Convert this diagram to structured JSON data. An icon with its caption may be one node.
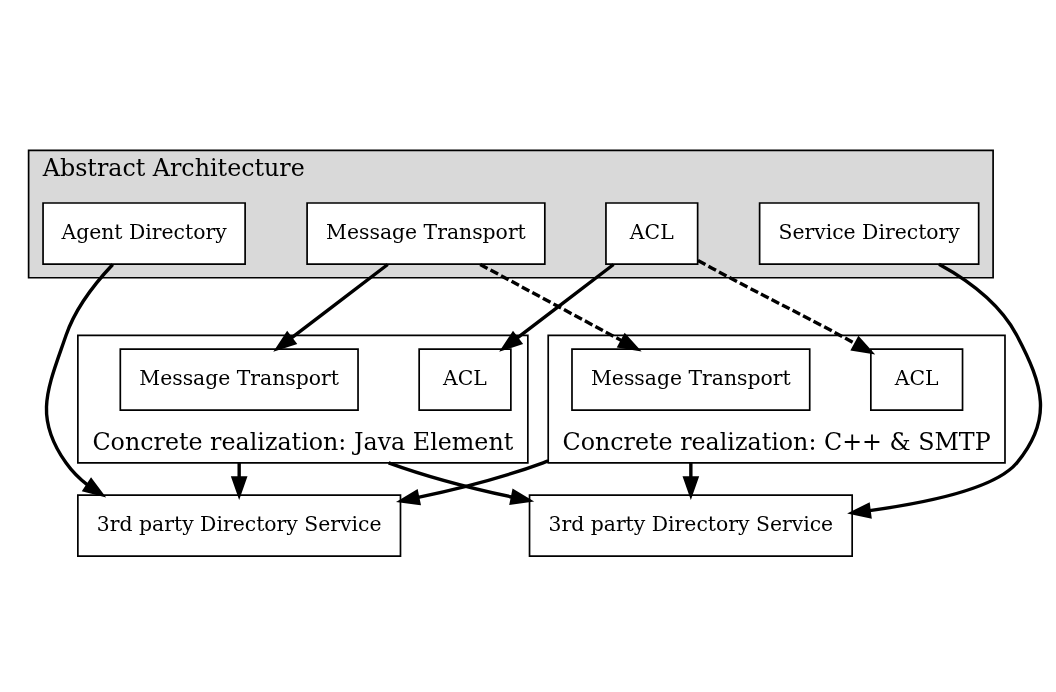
{
  "diagram": {
    "nodes": [
      {
        "text": [
          "Abstract Architecture"
        ]
      },
      {
        "text": [
          "Message Transport"
        ],
        "in": 0
      },
      {
        "text": [
          "ACL"
        ],
        "in": 0
      },
      {
        "text": [
          "Agent Directory"
        ],
        "in": 0
      },
      {
        "text": [
          "Service Directory"
        ],
        "in": 0
      },
      {
        "text": [
          "Concrete realization: Java Element"
        ]
      },
      {
        "text": [
          "Message Transport"
        ],
        "in": 5
      },
      {
        "text": [
          "ACL"
        ],
        "in": 5
      },
      {
        "text": [
          "3rd party Directory Service"
        ]
      },
      {
        "text": [
          "3rd party Directory Service"
        ]
      },
      {
        "text": [
          "Concrete realization: C++ & SMTP"
        ]
      },
      {
        "text": [
          "Message Transport"
        ],
        "in": 10
      },
      {
        "text": [
          "ACL"
        ],
        "in": 10
      }
    ],
    "edges": [
      {
        "from": 1,
        "to": 6,
        "arrow": "to"
      },
      {
        "from": 1,
        "to": 11,
        "arrow": "to",
        "style": "dashed"
      },
      {
        "from": 2,
        "to": 7,
        "arrow": "to"
      },
      {
        "from": 2,
        "to": 12,
        "arrow": "to",
        "style": "dashed"
      },
      {
        "from": 3,
        "to": 8,
        "arrow": "to"
      },
      {
        "from": 4,
        "to": 9,
        "arrow": "to"
      },
      {
        "from": 5,
        "to": 8,
        "arrow": "to"
      },
      {
        "from": 5,
        "to": 9,
        "arrow": "to"
      },
      {
        "from": 10,
        "to": 8,
        "arrow": "to"
      },
      {
        "from": 10,
        "to": 9,
        "arrow": "to"
      }
    ]
  }
}
